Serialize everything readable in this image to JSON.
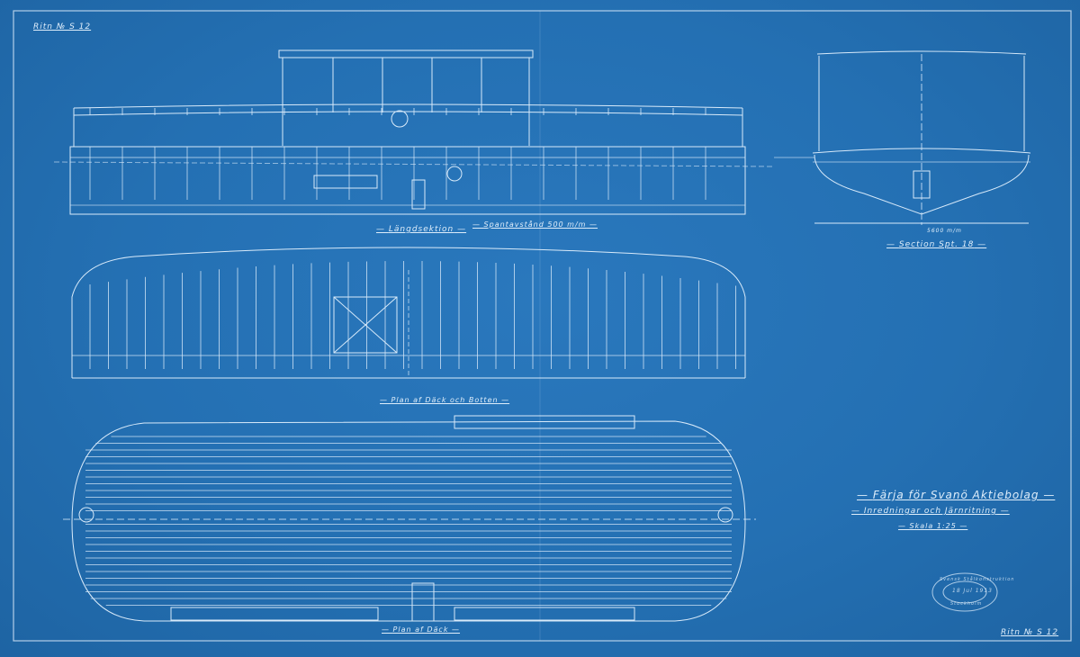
{
  "drawing_number_top": "Ritn № S 12",
  "drawing_number_bottom": "Ritn № S 12",
  "views": {
    "longitudinal_section": "Längdsektion",
    "frame_spacing": "Spantavstånd 500 m/m",
    "section": "Section Spt. 18",
    "section_width": "5600 m/m",
    "deck_and_bottom_plan": "Plan af Däck och Botten",
    "deck_plan": "Plan af Däck"
  },
  "title_block": {
    "title": "Färja för Svanö Aktiebolag",
    "subtitle": "Inredningar och Järnritning",
    "scale": "Skala 1:25"
  },
  "stamp": {
    "company": "Svensk Stålkonstruktion",
    "date": "18 Jul 1913",
    "city": "Stockholm"
  },
  "colors": {
    "paper": "#2470b3",
    "lines": "#dfeefb"
  }
}
